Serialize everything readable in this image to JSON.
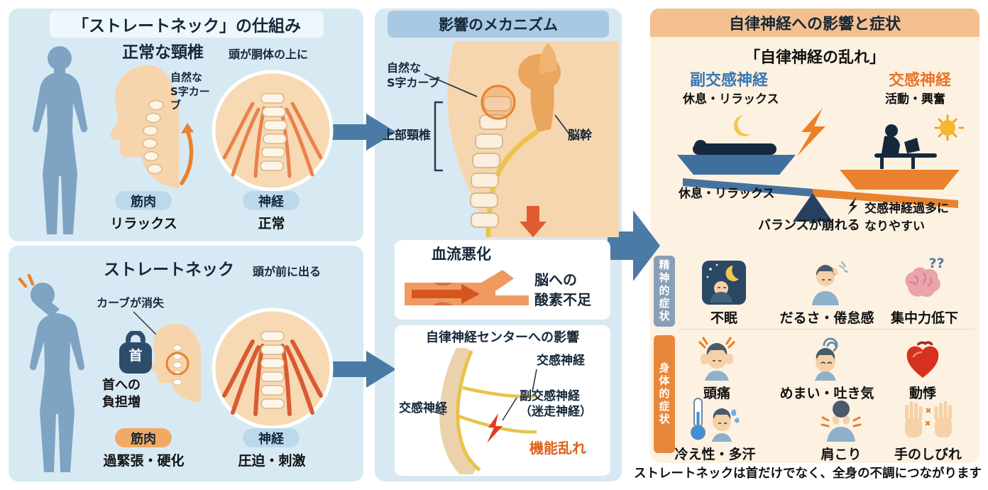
{
  "colors": {
    "panel_blue_bg": "#d7eaf4",
    "panel_cream_bg": "#fdf2e2",
    "title_blue_bar": "#a9c8e2",
    "title_orange_bar": "#f4c08f",
    "accent_orange": "#e8822e",
    "accent_blue": "#3776b5",
    "arrow_blue": "#4a7ba6",
    "navy_text": "#16283a"
  },
  "left_panel": {
    "title": "「ストレートネック」の仕組み",
    "normal": {
      "heading": "正常な頸椎",
      "subheading": "頭が胴体の上に",
      "curve_label": "自然な\nS字カーブ",
      "muscle_pill": "筋肉",
      "muscle_state": "リラックス",
      "nerve_pill": "神経",
      "nerve_state": "正常"
    },
    "straight": {
      "heading": "ストレートネック",
      "subheading": "頭が前に出る",
      "curve_label": "カーブが消失",
      "weight_label": "首",
      "load_label": "首への\n負担増",
      "muscle_pill": "筋肉",
      "muscle_state": "過緊張・硬化",
      "nerve_pill": "神経",
      "nerve_state": "圧迫・刺激"
    }
  },
  "middle_panel": {
    "title": "影響のメカニズム",
    "anatomy": {
      "s_curve_label": "自然な\nS字カーブ",
      "upper_cervical_label": "上部頸椎",
      "brainstem_label": "脳幹"
    },
    "blood_box": {
      "title": "血流悪化",
      "caption": "脳への\n酸素不足"
    },
    "nerve_box": {
      "title": "自律神経センターへの影響",
      "sympathetic_right": "交感神経",
      "parasympathetic": "副交感神経\n（迷走神経）",
      "dysfunction": "機能乱れ",
      "sympathetic_left": "交感神経"
    }
  },
  "right_panel": {
    "title": "自律神経への影響と症状",
    "subtitle": "「自律神経の乱れ」",
    "balance": {
      "parasympathetic_label": "副交感神経",
      "parasympathetic_sub": "休息・リラックス",
      "sympathetic_label": "交感神経",
      "sympathetic_sub": "活動・興奮",
      "left_state": "休息・リラックス",
      "center_state": "バランスが崩れる",
      "right_state": "交感神経過多に\nなりやすい"
    },
    "mental": {
      "tab": "精神的症状",
      "items": [
        {
          "label": "不眠",
          "icon": "insomnia-icon"
        },
        {
          "label": "だるさ・倦怠感",
          "icon": "fatigue-icon"
        },
        {
          "label": "集中力低下",
          "icon": "poor-concentration-icon",
          "marks": "??"
        }
      ]
    },
    "physical": {
      "tab": "身体的症状",
      "items": [
        {
          "label": "頭痛",
          "icon": "headache-icon"
        },
        {
          "label": "めまい・吐き気",
          "icon": "dizziness-icon"
        },
        {
          "label": "動悸",
          "icon": "palpitations-icon"
        },
        {
          "label": "冷え性・多汗",
          "icon": "cold-sweating-icon"
        },
        {
          "label": "肩こり",
          "icon": "shoulder-stiffness-icon"
        },
        {
          "label": "手のしびれ",
          "icon": "hand-numbness-icon"
        }
      ]
    },
    "footer": "ストレートネックは首だけでなく、全身の不調につながります"
  }
}
